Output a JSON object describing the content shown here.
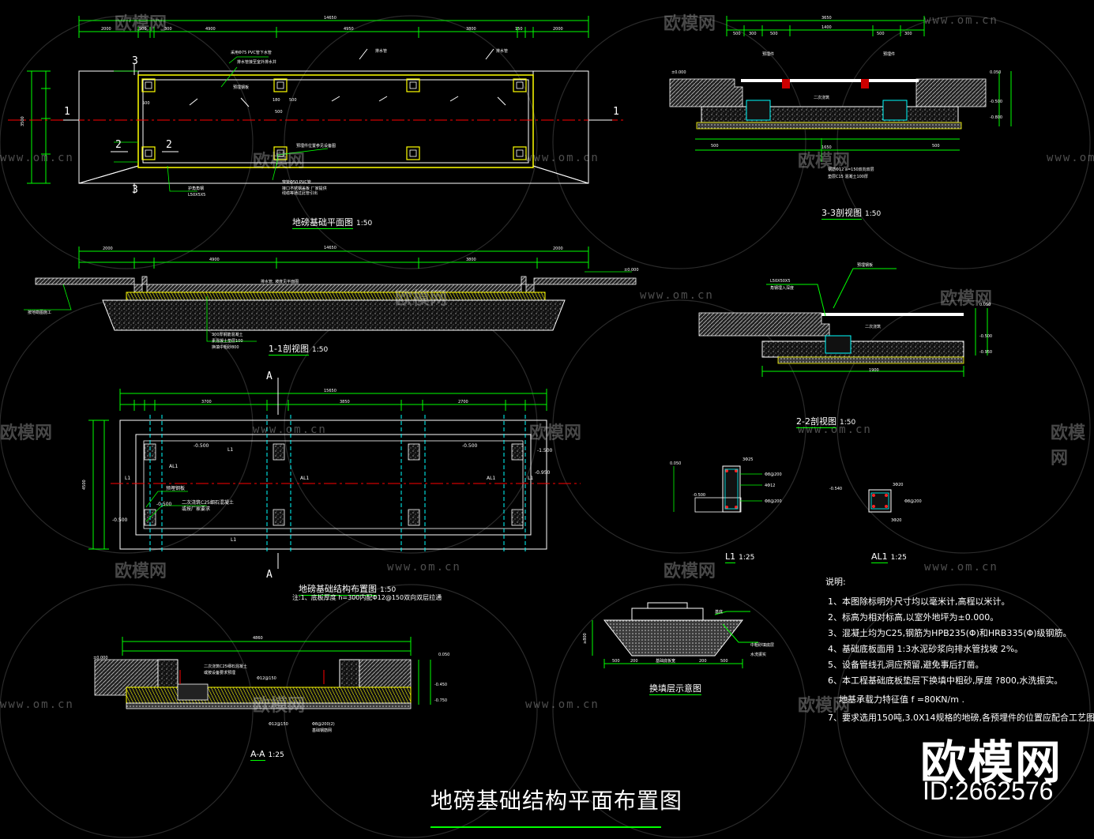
{
  "main_title": "地磅基础结构平面布置图",
  "brand": {
    "name": "欧模网",
    "id": "ID:2662576"
  },
  "watermark": {
    "logo_text": "欧模网",
    "url": "www.om.cn"
  },
  "drawings": {
    "plan": {
      "title": "地磅基础平面图",
      "scale": "1:50"
    },
    "section_1_1": {
      "title": "1-1剖视图",
      "scale": "1:50"
    },
    "section_3_3": {
      "title": "3-3剖视图",
      "scale": "1:50"
    },
    "section_2_2": {
      "title": "2-2剖视图",
      "scale": "1:50"
    },
    "structure_plan": {
      "title": "地磅基础结构布置图",
      "scale": "1:50",
      "note": "注:1、底板厚度 h=300内配Φ12@150双向双层拉通"
    },
    "l1": {
      "title": "L1",
      "scale": "1:25"
    },
    "al1": {
      "title": "AL1",
      "scale": "1:25"
    },
    "section_a_a": {
      "title": "A-A",
      "scale": "1:25"
    },
    "fill_layer": {
      "title": "换填层示意图"
    }
  },
  "dims": {
    "plan_total": "14650",
    "plan_segments": [
      "2000",
      "500",
      "300",
      "150",
      "4900",
      "4950",
      "3800",
      "150",
      "300",
      "500",
      "2000"
    ],
    "plan_height": "3500",
    "sec33_top": "3650",
    "sec33_segments": [
      "500",
      "300",
      "500",
      "1400",
      "500",
      "300",
      "500"
    ],
    "struct_total": "15650",
    "struct_segments": [
      "3700",
      "500",
      "300",
      "3850",
      "300",
      "500",
      "2700"
    ],
    "struct_height": "4500",
    "aa_total": "4860",
    "fill_segments": [
      "500",
      "200",
      "基础底板宽",
      "200",
      "500"
    ]
  },
  "section_marks": [
    "1",
    "1",
    "2",
    "2",
    "3",
    "3",
    "A",
    "A"
  ],
  "notes": {
    "heading": "说明:",
    "items": [
      "1、本图除标明外尺寸均以毫米计,高程以米计。",
      "2、标高为相对标高,以室外地坪为±0.000。",
      "3、混凝土均为C25,钢筋为HPB235(Φ)和HRB335(Φ)级钢筋。",
      "4、基础底板面用 1:3水泥砂浆向排水管找坡 2%。",
      "5、设备管线孔洞应预留,避免事后打凿。",
      "6、本工程基础底板垫层下换填中粗砂,厚度 ?800,水洗振实。",
      "地基承载力特征值 f =80KN/m .",
      "7、要求选用150吨,3.0X14规格的地磅,各预埋件的位置应配合工艺图放样。"
    ]
  },
  "colors": {
    "background": "#000000",
    "outline": "#ffffff",
    "foundation": "#ffff00",
    "dimension": "#00ff00",
    "axis": "#ff0000",
    "rebar": "#00ffff",
    "hatch": "#888888"
  }
}
